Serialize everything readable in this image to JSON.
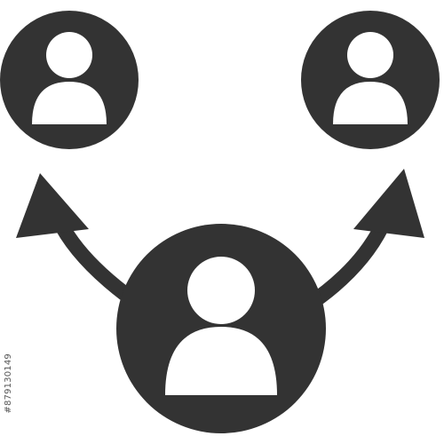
{
  "icon": {
    "name": "user-referral-icon",
    "fill_color": "#333333",
    "background_color": "#ffffff",
    "avatars": [
      "user-avatar-left",
      "user-avatar-right",
      "user-avatar-center"
    ],
    "arrows": [
      "arrow-left",
      "arrow-right"
    ]
  },
  "watermark": {
    "stock_id": "#879130149"
  }
}
